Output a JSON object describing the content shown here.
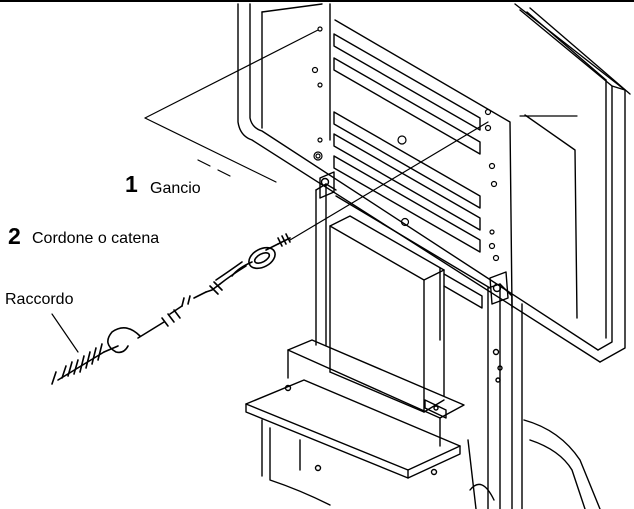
{
  "labels": {
    "gancio_number": "1",
    "gancio": "Gancio",
    "cordone_number": "2",
    "cordone": "Cordone o catena",
    "raccordo": "Raccordo"
  },
  "colors": {
    "line": "#000000",
    "background": "#ffffff"
  }
}
